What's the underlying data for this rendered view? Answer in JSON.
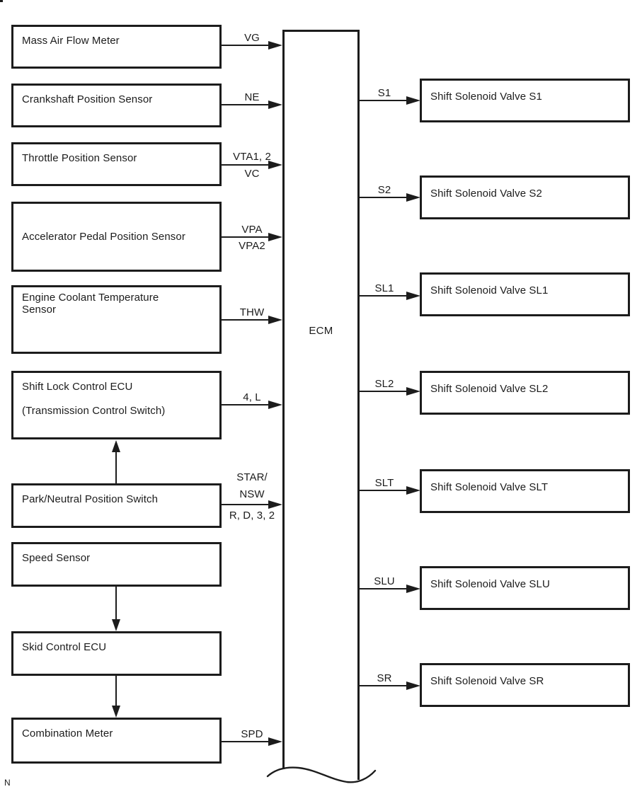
{
  "diagram": {
    "title_note": "N",
    "colors": {
      "line": "#1c1c1c",
      "background": "#ffffff"
    },
    "ecm": {
      "label": "ECM"
    },
    "inputs": [
      {
        "label": "Mass Air Flow Meter",
        "signal_above": "VG",
        "signal_below": ""
      },
      {
        "label": "Crankshaft Position Sensor",
        "signal_above": "NE",
        "signal_below": ""
      },
      {
        "label": "Throttle Position Sensor",
        "signal_above": "VTA1, 2",
        "signal_below": "VC"
      },
      {
        "label": "Accelerator Pedal Position Sensor",
        "signal_above": "VPA",
        "signal_below": "VPA2"
      },
      {
        "label": "Engine Coolant Temperature\nSensor",
        "signal_above": "THW",
        "signal_below": ""
      },
      {
        "label": "Shift Lock Control ECU\n\n(Transmission Control Switch)",
        "signal_above": "4, L",
        "signal_below": ""
      },
      {
        "label": "Park/Neutral Position Switch",
        "signal_above": "STAR/\nNSW",
        "signal_below": "R, D, 3, 2"
      },
      {
        "label": "Speed Sensor"
      },
      {
        "label": "Skid Control ECU"
      },
      {
        "label": "Combination Meter",
        "signal_above": "SPD",
        "signal_below": ""
      }
    ],
    "outputs": [
      {
        "signal": "S1",
        "label": "Shift Solenoid Valve S1"
      },
      {
        "signal": "S2",
        "label": "Shift Solenoid Valve S2"
      },
      {
        "signal": "SL1",
        "label": "Shift Solenoid Valve SL1"
      },
      {
        "signal": "SL2",
        "label": "Shift Solenoid Valve SL2"
      },
      {
        "signal": "SLT",
        "label": "Shift Solenoid Valve SLT"
      },
      {
        "signal": "SLU",
        "label": "Shift Solenoid Valve SLU"
      },
      {
        "signal": "SR",
        "label": "Shift Solenoid Valve SR"
      }
    ]
  }
}
